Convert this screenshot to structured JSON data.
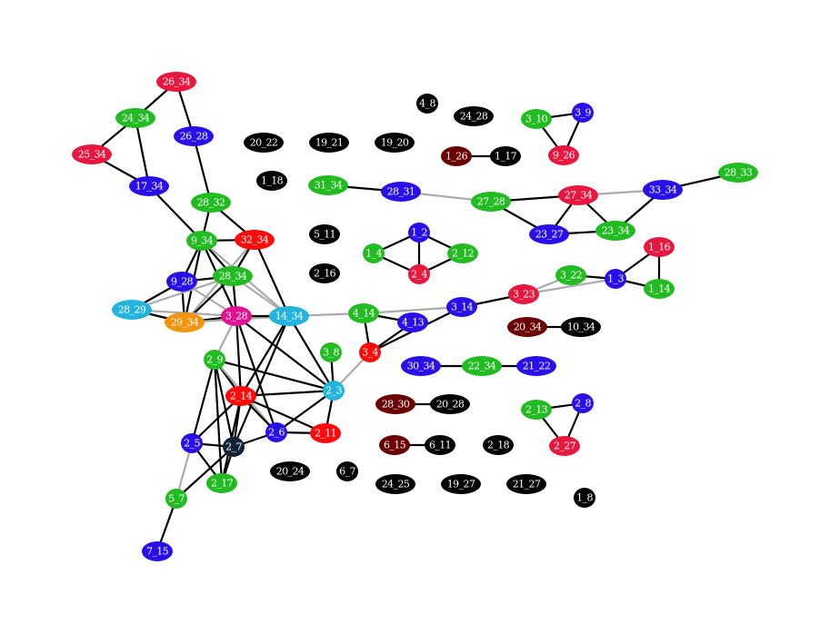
{
  "graph": {
    "colors": {
      "green": "#22bb22",
      "red": "#e8173f",
      "blue": "#2a10e8",
      "black": "#000000",
      "maroon": "#6b0000",
      "cyan": "#22b4dd",
      "orange": "#f2950d",
      "magenta": "#e01292",
      "brightred": "#ff0a0a",
      "darknavy": "#142236",
      "edge_dark": "#000000",
      "edge_light": "#aaaaaa"
    },
    "nodes": [
      {
        "id": "26_34",
        "color": "red"
      },
      {
        "id": "24_34",
        "color": "green"
      },
      {
        "id": "26_28",
        "color": "blue"
      },
      {
        "id": "25_34",
        "color": "red"
      },
      {
        "id": "17_34",
        "color": "blue"
      },
      {
        "id": "28_32",
        "color": "green"
      },
      {
        "id": "9_34",
        "color": "green"
      },
      {
        "id": "32_34",
        "color": "brightred"
      },
      {
        "id": "9_28",
        "color": "blue"
      },
      {
        "id": "28_34",
        "color": "green"
      },
      {
        "id": "28_29",
        "color": "cyan"
      },
      {
        "id": "29_34",
        "color": "orange"
      },
      {
        "id": "3_28",
        "color": "magenta"
      },
      {
        "id": "14_34",
        "color": "cyan"
      },
      {
        "id": "2_9",
        "color": "green"
      },
      {
        "id": "2_14",
        "color": "brightred"
      },
      {
        "id": "3_8",
        "color": "green"
      },
      {
        "id": "2_3",
        "color": "cyan"
      },
      {
        "id": "2_6",
        "color": "blue"
      },
      {
        "id": "2_11",
        "color": "brightred"
      },
      {
        "id": "2_5",
        "color": "blue"
      },
      {
        "id": "2_7",
        "color": "darknavy"
      },
      {
        "id": "2_17",
        "color": "green"
      },
      {
        "id": "5_7",
        "color": "green"
      },
      {
        "id": "7_15",
        "color": "blue"
      },
      {
        "id": "4_8",
        "color": "black"
      },
      {
        "id": "24_28",
        "color": "black"
      },
      {
        "id": "20_22",
        "color": "black"
      },
      {
        "id": "19_21",
        "color": "black"
      },
      {
        "id": "19_20",
        "color": "black"
      },
      {
        "id": "1_18",
        "color": "black"
      },
      {
        "id": "31_34",
        "color": "green"
      },
      {
        "id": "28_31",
        "color": "blue"
      },
      {
        "id": "5_11",
        "color": "black"
      },
      {
        "id": "2_16",
        "color": "black"
      },
      {
        "id": "1_2",
        "color": "blue"
      },
      {
        "id": "1_4",
        "color": "green"
      },
      {
        "id": "2_12",
        "color": "green"
      },
      {
        "id": "2_4",
        "color": "red"
      },
      {
        "id": "4_14",
        "color": "green"
      },
      {
        "id": "4_13",
        "color": "blue"
      },
      {
        "id": "3_4",
        "color": "brightred"
      },
      {
        "id": "3_14",
        "color": "blue"
      },
      {
        "id": "30_34",
        "color": "blue"
      },
      {
        "id": "22_34",
        "color": "green"
      },
      {
        "id": "21_22",
        "color": "blue"
      },
      {
        "id": "28_30",
        "color": "maroon"
      },
      {
        "id": "20_28",
        "color": "black"
      },
      {
        "id": "6_15",
        "color": "maroon"
      },
      {
        "id": "6_11",
        "color": "black"
      },
      {
        "id": "2_18",
        "color": "black"
      },
      {
        "id": "20_24",
        "color": "black"
      },
      {
        "id": "6_7",
        "color": "black"
      },
      {
        "id": "24_25",
        "color": "black"
      },
      {
        "id": "19_27",
        "color": "black"
      },
      {
        "id": "21_27",
        "color": "black"
      },
      {
        "id": "1_8",
        "color": "black"
      },
      {
        "id": "1_26",
        "color": "maroon"
      },
      {
        "id": "1_17",
        "color": "black"
      },
      {
        "id": "3_10",
        "color": "green"
      },
      {
        "id": "3_9",
        "color": "blue"
      },
      {
        "id": "9_26",
        "color": "red"
      },
      {
        "id": "27_28",
        "color": "green"
      },
      {
        "id": "27_34",
        "color": "red"
      },
      {
        "id": "33_34",
        "color": "blue"
      },
      {
        "id": "28_33",
        "color": "green"
      },
      {
        "id": "23_27",
        "color": "blue"
      },
      {
        "id": "23_34",
        "color": "green"
      },
      {
        "id": "1_16",
        "color": "red"
      },
      {
        "id": "3_22",
        "color": "green"
      },
      {
        "id": "1_3",
        "color": "blue"
      },
      {
        "id": "1_14",
        "color": "green"
      },
      {
        "id": "3_23",
        "color": "red"
      },
      {
        "id": "20_34",
        "color": "maroon"
      },
      {
        "id": "10_34",
        "color": "black"
      },
      {
        "id": "2_13",
        "color": "green"
      },
      {
        "id": "2_8",
        "color": "blue"
      },
      {
        "id": "2_27",
        "color": "red"
      }
    ],
    "edges": [
      {
        "a": "26_34",
        "b": "24_34",
        "style": "dark"
      },
      {
        "a": "26_34",
        "b": "26_28",
        "style": "dark"
      },
      {
        "a": "24_34",
        "b": "25_34",
        "style": "dark"
      },
      {
        "a": "24_34",
        "b": "17_34",
        "style": "dark"
      },
      {
        "a": "25_34",
        "b": "17_34",
        "style": "dark"
      },
      {
        "a": "26_28",
        "b": "28_32",
        "style": "dark"
      },
      {
        "a": "17_34",
        "b": "9_34",
        "style": "dark"
      },
      {
        "a": "28_32",
        "b": "9_34",
        "style": "dark"
      },
      {
        "a": "28_32",
        "b": "32_34",
        "style": "dark"
      },
      {
        "a": "9_34",
        "b": "32_34",
        "style": "dark"
      },
      {
        "a": "9_34",
        "b": "9_28",
        "style": "dark"
      },
      {
        "a": "9_34",
        "b": "28_34",
        "style": "dark"
      },
      {
        "a": "9_34",
        "b": "3_28",
        "style": "dark"
      },
      {
        "a": "9_34",
        "b": "29_34",
        "style": "dark"
      },
      {
        "a": "9_34",
        "b": "14_34",
        "style": "light"
      },
      {
        "a": "32_34",
        "b": "28_34",
        "style": "dark"
      },
      {
        "a": "32_34",
        "b": "14_34",
        "style": "dark"
      },
      {
        "a": "32_34",
        "b": "29_34",
        "style": "light"
      },
      {
        "a": "9_28",
        "b": "28_34",
        "style": "dark"
      },
      {
        "a": "9_28",
        "b": "28_29",
        "style": "dark"
      },
      {
        "a": "9_28",
        "b": "29_34",
        "style": "dark"
      },
      {
        "a": "9_28",
        "b": "3_28",
        "style": "light"
      },
      {
        "a": "28_34",
        "b": "28_29",
        "style": "light"
      },
      {
        "a": "28_34",
        "b": "29_34",
        "style": "dark"
      },
      {
        "a": "28_34",
        "b": "3_28",
        "style": "dark"
      },
      {
        "a": "28_34",
        "b": "14_34",
        "style": "light"
      },
      {
        "a": "28_29",
        "b": "29_34",
        "style": "dark"
      },
      {
        "a": "28_29",
        "b": "3_28",
        "style": "light"
      },
      {
        "a": "29_34",
        "b": "3_28",
        "style": "dark"
      },
      {
        "a": "29_34",
        "b": "14_34",
        "style": "light"
      },
      {
        "a": "3_28",
        "b": "14_34",
        "style": "dark"
      },
      {
        "a": "3_28",
        "b": "2_9",
        "style": "light"
      },
      {
        "a": "3_28",
        "b": "2_14",
        "style": "dark"
      },
      {
        "a": "3_28",
        "b": "2_3",
        "style": "dark"
      },
      {
        "a": "3_28",
        "b": "2_6",
        "style": "dark"
      },
      {
        "a": "14_34",
        "b": "2_3",
        "style": "dark"
      },
      {
        "a": "14_34",
        "b": "2_14",
        "style": "dark"
      },
      {
        "a": "14_34",
        "b": "2_7",
        "style": "dark"
      },
      {
        "a": "14_34",
        "b": "4_14",
        "style": "light"
      },
      {
        "a": "2_9",
        "b": "2_14",
        "style": "dark"
      },
      {
        "a": "2_9",
        "b": "2_3",
        "style": "dark"
      },
      {
        "a": "2_9",
        "b": "2_5",
        "style": "dark"
      },
      {
        "a": "2_9",
        "b": "2_7",
        "style": "dark"
      },
      {
        "a": "2_9",
        "b": "2_6",
        "style": "light"
      },
      {
        "a": "2_9",
        "b": "2_17",
        "style": "dark"
      },
      {
        "a": "2_14",
        "b": "2_3",
        "style": "dark"
      },
      {
        "a": "2_14",
        "b": "2_6",
        "style": "dark"
      },
      {
        "a": "2_14",
        "b": "2_5",
        "style": "dark"
      },
      {
        "a": "2_14",
        "b": "2_7",
        "style": "dark"
      },
      {
        "a": "2_14",
        "b": "2_11",
        "style": "dark"
      },
      {
        "a": "2_14",
        "b": "2_17",
        "style": "dark"
      },
      {
        "a": "3_8",
        "b": "2_3",
        "style": "dark"
      },
      {
        "a": "2_3",
        "b": "2_6",
        "style": "dark"
      },
      {
        "a": "2_3",
        "b": "2_11",
        "style": "dark"
      },
      {
        "a": "2_3",
        "b": "3_4",
        "style": "light"
      },
      {
        "a": "2_6",
        "b": "2_11",
        "style": "dark"
      },
      {
        "a": "2_6",
        "b": "2_7",
        "style": "dark"
      },
      {
        "a": "2_5",
        "b": "2_7",
        "style": "dark"
      },
      {
        "a": "2_5",
        "b": "2_17",
        "style": "dark"
      },
      {
        "a": "2_5",
        "b": "5_7",
        "style": "light"
      },
      {
        "a": "2_7",
        "b": "2_17",
        "style": "dark"
      },
      {
        "a": "2_7",
        "b": "5_7",
        "style": "dark"
      },
      {
        "a": "5_7",
        "b": "7_15",
        "style": "dark"
      },
      {
        "a": "31_34",
        "b": "28_31",
        "style": "dark"
      },
      {
        "a": "28_31",
        "b": "27_28",
        "style": "light"
      },
      {
        "a": "1_2",
        "b": "1_4",
        "style": "dark"
      },
      {
        "a": "1_2",
        "b": "2_12",
        "style": "dark"
      },
      {
        "a": "1_2",
        "b": "2_4",
        "style": "dark"
      },
      {
        "a": "1_4",
        "b": "2_4",
        "style": "dark"
      },
      {
        "a": "2_12",
        "b": "2_4",
        "style": "dark"
      },
      {
        "a": "4_14",
        "b": "4_13",
        "style": "dark"
      },
      {
        "a": "4_14",
        "b": "3_4",
        "style": "dark"
      },
      {
        "a": "4_14",
        "b": "3_14",
        "style": "light"
      },
      {
        "a": "4_13",
        "b": "3_4",
        "style": "dark"
      },
      {
        "a": "3_4",
        "b": "3_14",
        "style": "dark"
      },
      {
        "a": "3_14",
        "b": "3_23",
        "style": "dark"
      },
      {
        "a": "3_23",
        "b": "3_22",
        "style": "light"
      },
      {
        "a": "3_23",
        "b": "1_3",
        "style": "light"
      },
      {
        "a": "3_22",
        "b": "1_3",
        "style": "dark"
      },
      {
        "a": "1_3",
        "b": "1_16",
        "style": "dark"
      },
      {
        "a": "1_3",
        "b": "1_14",
        "style": "dark"
      },
      {
        "a": "1_16",
        "b": "1_14",
        "style": "dark"
      },
      {
        "a": "30_34",
        "b": "22_34",
        "style": "dark"
      },
      {
        "a": "22_34",
        "b": "21_22",
        "style": "dark"
      },
      {
        "a": "28_30",
        "b": "20_28",
        "style": "dark"
      },
      {
        "a": "6_15",
        "b": "6_11",
        "style": "dark"
      },
      {
        "a": "1_26",
        "b": "1_17",
        "style": "dark"
      },
      {
        "a": "3_10",
        "b": "3_9",
        "style": "dark"
      },
      {
        "a": "3_10",
        "b": "9_26",
        "style": "dark"
      },
      {
        "a": "3_9",
        "b": "9_26",
        "style": "dark"
      },
      {
        "a": "27_28",
        "b": "27_34",
        "style": "dark"
      },
      {
        "a": "27_28",
        "b": "23_27",
        "style": "dark"
      },
      {
        "a": "27_34",
        "b": "23_27",
        "style": "dark"
      },
      {
        "a": "27_34",
        "b": "23_34",
        "style": "dark"
      },
      {
        "a": "27_34",
        "b": "33_34",
        "style": "light"
      },
      {
        "a": "23_27",
        "b": "23_34",
        "style": "dark"
      },
      {
        "a": "33_34",
        "b": "23_34",
        "style": "dark"
      },
      {
        "a": "33_34",
        "b": "28_33",
        "style": "dark"
      },
      {
        "a": "20_34",
        "b": "10_34",
        "style": "dark"
      },
      {
        "a": "2_13",
        "b": "2_8",
        "style": "dark"
      },
      {
        "a": "2_13",
        "b": "2_27",
        "style": "dark"
      },
      {
        "a": "2_8",
        "b": "2_27",
        "style": "dark"
      }
    ]
  }
}
